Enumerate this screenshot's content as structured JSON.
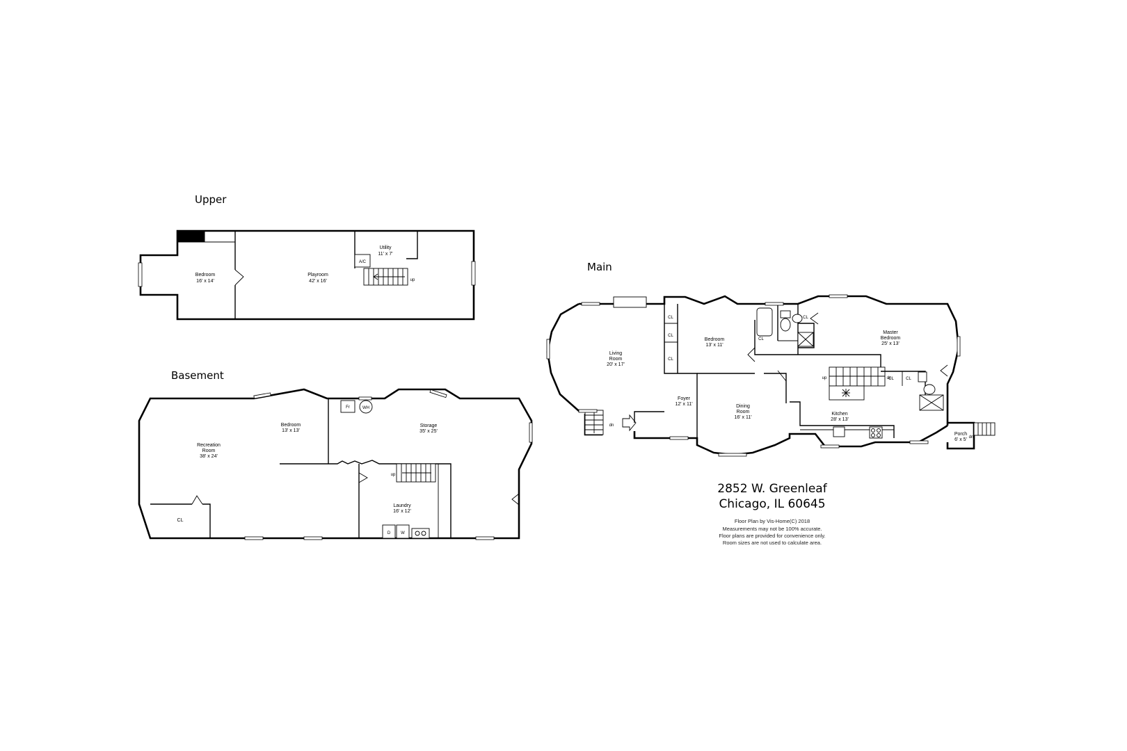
{
  "floors": {
    "upper": {
      "title": "Upper",
      "rooms": {
        "bedroom": {
          "name": "Bedroom",
          "size": "16' x 14'"
        },
        "playroom": {
          "name": "Playroom",
          "size": "42' x 16'"
        },
        "utility": {
          "name": "Utility",
          "size": "11' x 7'"
        }
      },
      "labels": {
        "ac": "A/C",
        "up": "up"
      }
    },
    "basement": {
      "title": "Basement",
      "rooms": {
        "recreation": {
          "name_line1": "Recreation",
          "name_line2": "Room",
          "size": "38' x 24'"
        },
        "bedroom": {
          "name": "Bedroom",
          "size": "13' x 13'"
        },
        "storage": {
          "name": "Storage",
          "size": "35' x 25'"
        },
        "laundry": {
          "name": "Laundry",
          "size": "16' x 12'"
        }
      },
      "labels": {
        "cl": "CL",
        "fr": "Fr",
        "wh": "WH",
        "up": "up",
        "dryer": "D",
        "washer": "W"
      }
    },
    "main": {
      "title": "Main",
      "rooms": {
        "living": {
          "name_line1": "Living",
          "name_line2": "Room",
          "size": "20' x 17'"
        },
        "bedroom": {
          "name": "Bedroom",
          "size": "13' x 11'"
        },
        "master": {
          "name_line1": "Master",
          "name_line2": "Bedroom",
          "size": "25' x 13'"
        },
        "foyer": {
          "name": "Foyer",
          "size": "12' x 11'"
        },
        "dining": {
          "name_line1": "Dining",
          "name_line2": "Room",
          "size": "16' x 11'"
        },
        "kitchen": {
          "name": "Kitchen",
          "size": "28' x 13'"
        },
        "porch": {
          "name": "Porch",
          "size": "6' x 5'"
        }
      },
      "labels": {
        "cl": "CL",
        "up": "up",
        "dn": "dn"
      }
    }
  },
  "address": {
    "line1": "2852 W. Greenleaf",
    "line2": "Chicago, IL 60645"
  },
  "disclaimer": {
    "line1": "Floor Plan by Vis-Home(C) 2018",
    "line2": "Measurements may not be 100% accurate.",
    "line3": "Floor plans are provided for convenience only.",
    "line4": "Room sizes are not used to calculate area."
  }
}
